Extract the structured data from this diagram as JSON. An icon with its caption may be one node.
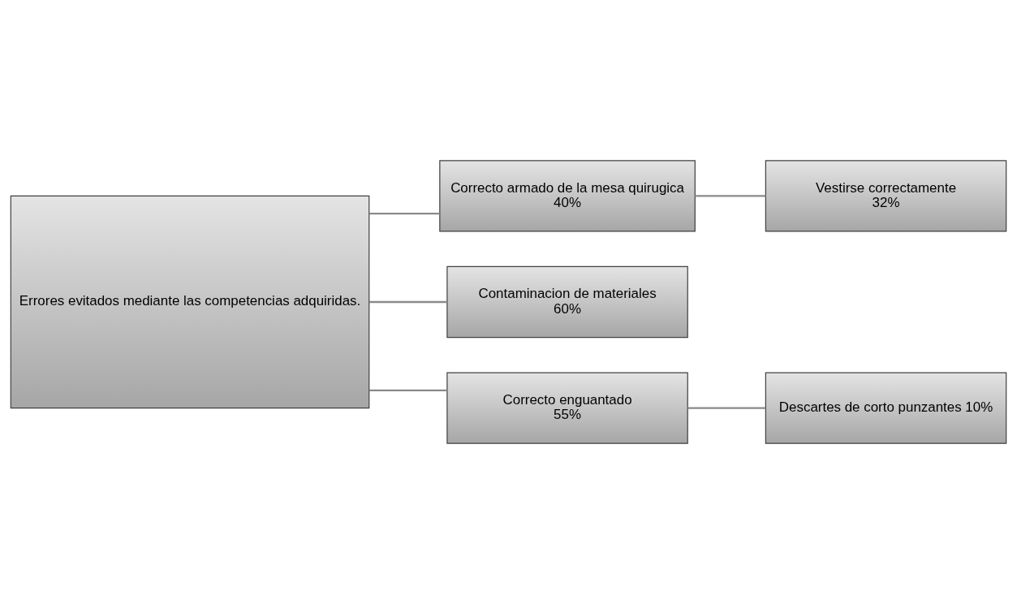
{
  "diagram": {
    "nodes": [
      {
        "text": [
          "Errores evitados mediante las competencias adquiridas."
        ]
      },
      {
        "text": [
          "Correcto armado de la mesa quirugica",
          "40%"
        ]
      },
      {
        "text": [
          "Vestirse correctamente",
          "32%"
        ]
      },
      {
        "text": [
          "Contaminacion de materiales",
          "60%"
        ]
      },
      {
        "text": [
          "Correcto enguantado",
          "55%"
        ]
      },
      {
        "text": [
          "Descartes de corto punzantes 10%"
        ]
      }
    ],
    "edges": [
      {
        "from": 0,
        "to": 1,
        "arrow": "none"
      },
      {
        "from": 0,
        "to": 3,
        "arrow": "none"
      },
      {
        "from": 0,
        "to": 4,
        "arrow": "none"
      },
      {
        "from": 1,
        "to": 2,
        "arrow": "none"
      },
      {
        "from": 4,
        "to": 5,
        "arrow": "none"
      }
    ]
  }
}
